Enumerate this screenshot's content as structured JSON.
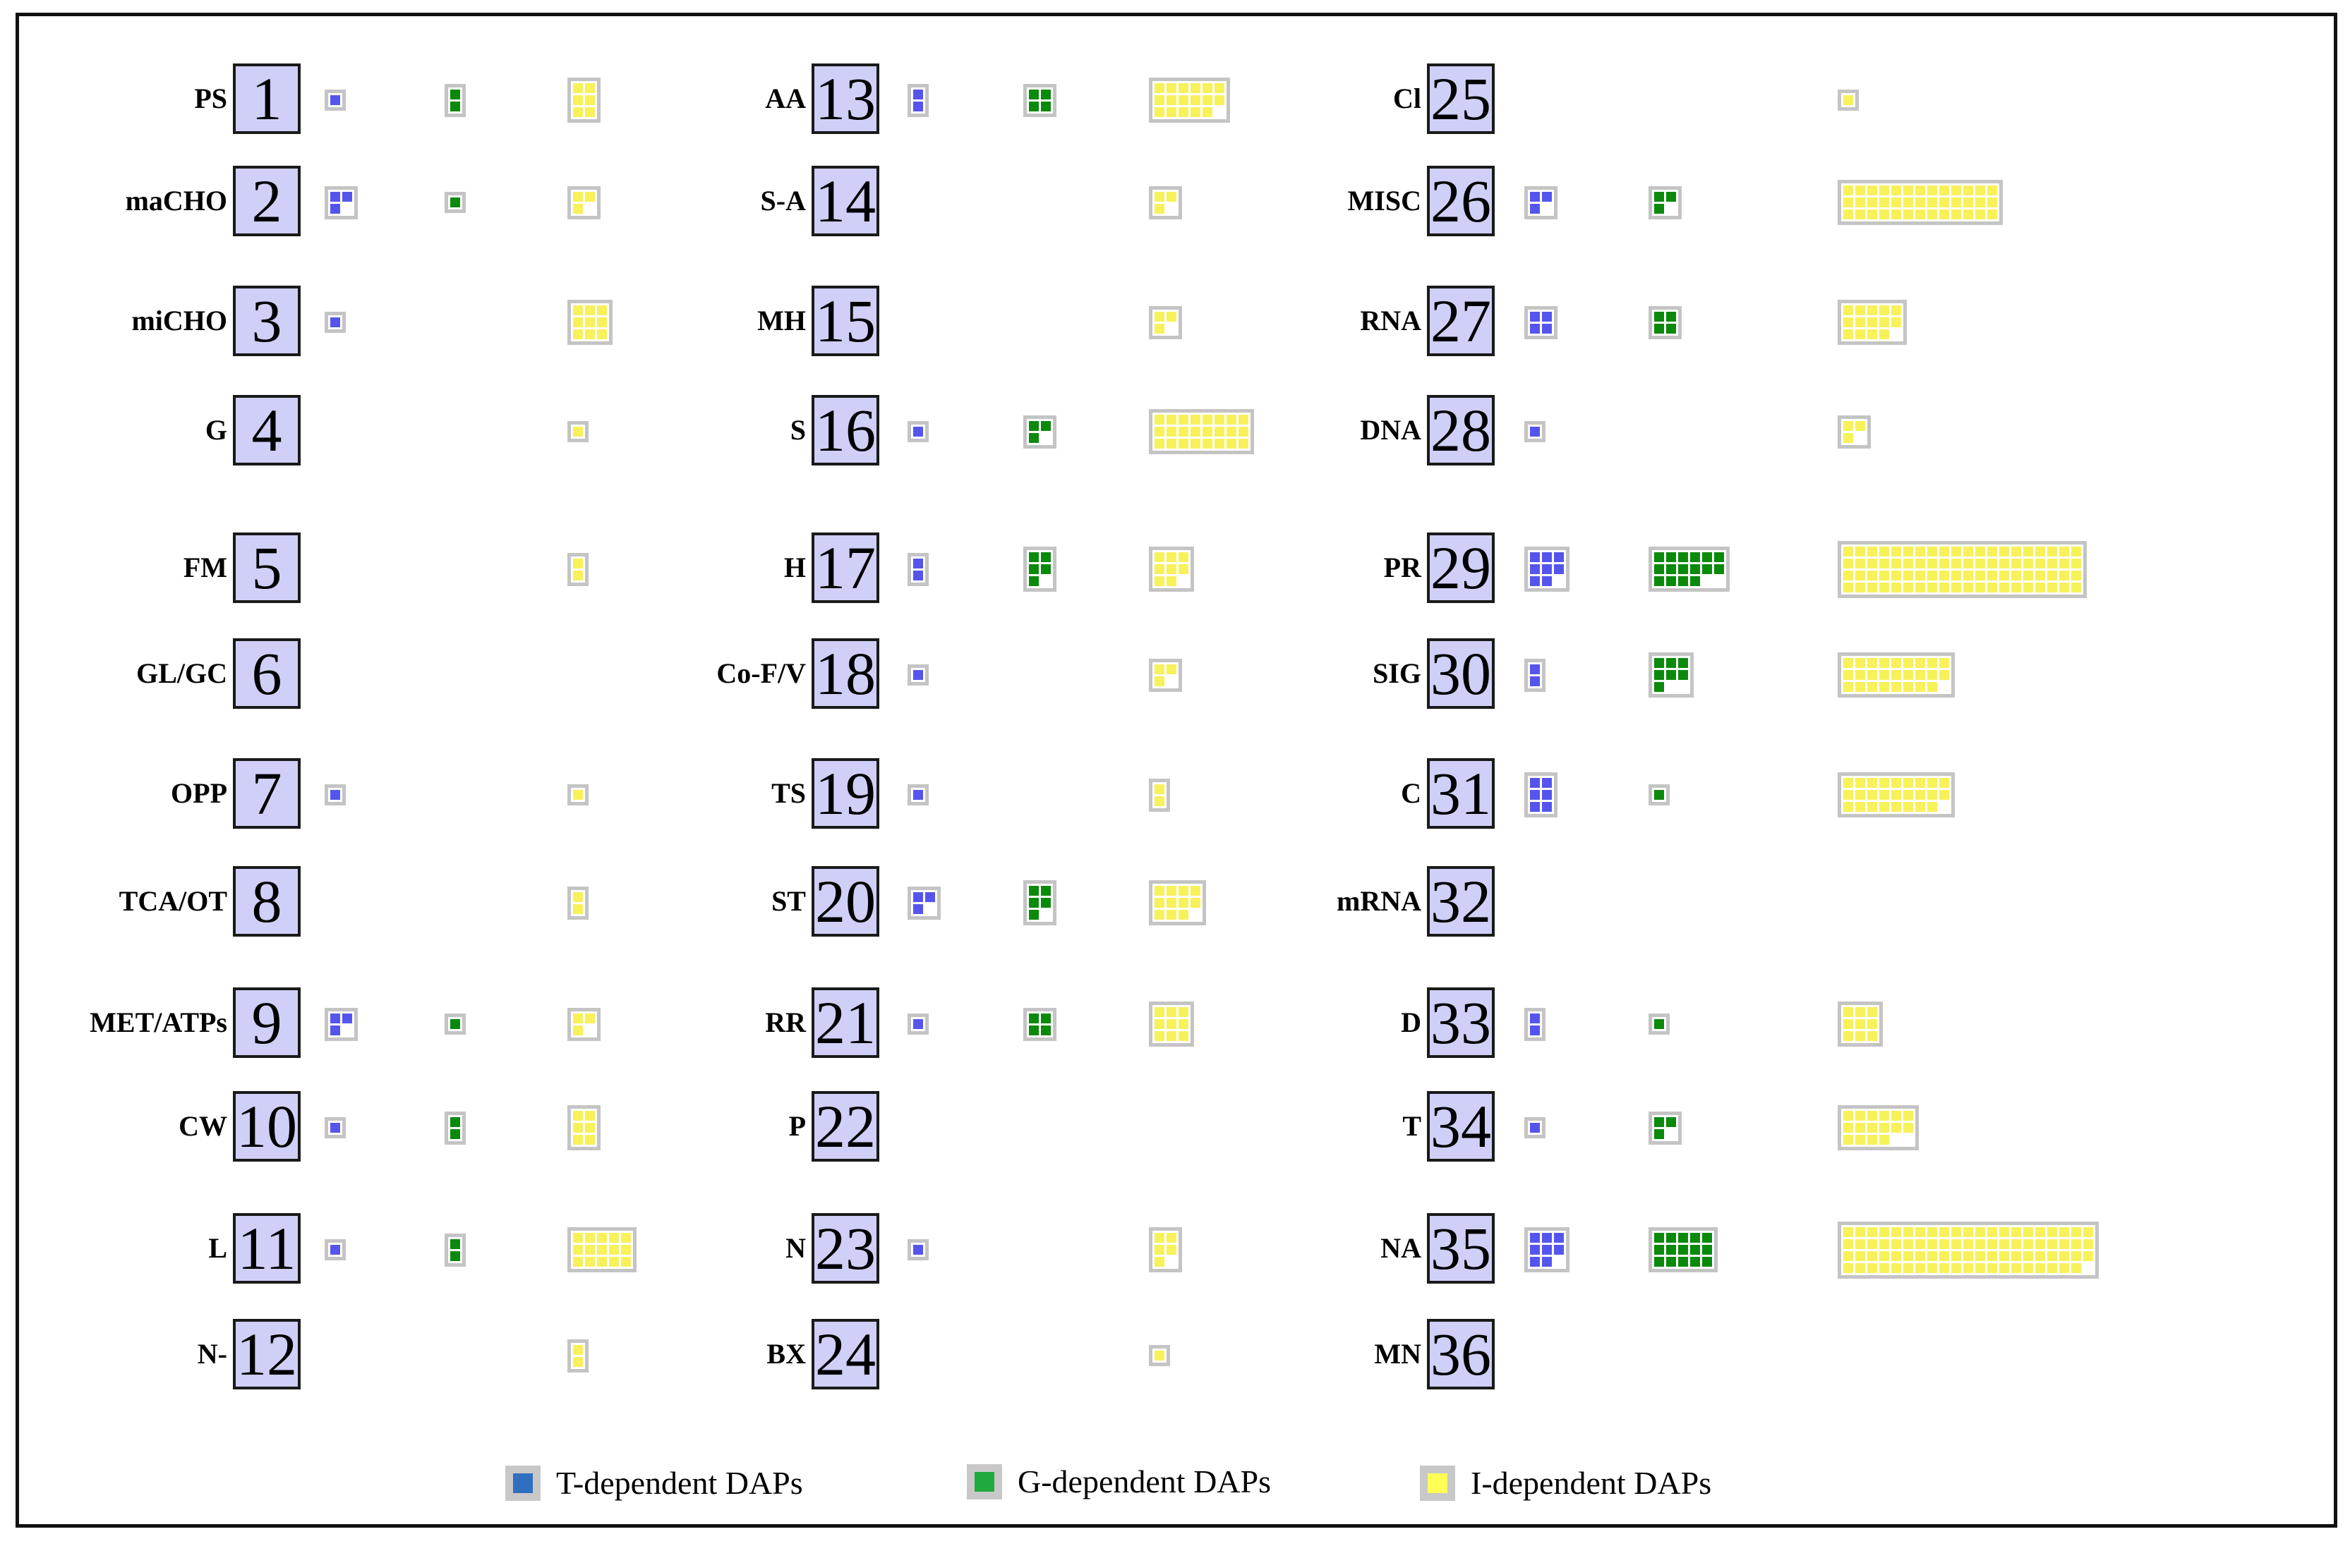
{
  "chart_data": {
    "type": "waffle",
    "series": [
      {
        "name": "T-dependent DAPs",
        "color": "#5555ee"
      },
      {
        "name": "G-dependent DAPs",
        "color": "#0a8a0a"
      },
      {
        "name": "I-dependent DAPs",
        "color": "#f7f15a"
      }
    ],
    "categories": [
      {
        "num": "1",
        "label": "PS",
        "values": [
          1,
          2,
          6
        ]
      },
      {
        "num": "2",
        "label": "maCHO",
        "values": [
          3,
          1,
          3
        ]
      },
      {
        "num": "3",
        "label": "miCHO",
        "values": [
          1,
          0,
          9
        ]
      },
      {
        "num": "4",
        "label": "G",
        "values": [
          0,
          0,
          1
        ]
      },
      {
        "num": "5",
        "label": "FM",
        "values": [
          0,
          0,
          2
        ]
      },
      {
        "num": "6",
        "label": "GL/GC",
        "values": [
          0,
          0,
          0
        ]
      },
      {
        "num": "7",
        "label": "OPP",
        "values": [
          1,
          0,
          1
        ]
      },
      {
        "num": "8",
        "label": "TCA/OT",
        "values": [
          0,
          0,
          2
        ]
      },
      {
        "num": "9",
        "label": "MET/ATPs",
        "values": [
          3,
          1,
          3
        ]
      },
      {
        "num": "10",
        "label": "CW",
        "values": [
          1,
          2,
          6
        ]
      },
      {
        "num": "11",
        "label": "L",
        "values": [
          1,
          2,
          15
        ]
      },
      {
        "num": "12",
        "label": "N-",
        "values": [
          0,
          0,
          2
        ]
      },
      {
        "num": "13",
        "label": "AA",
        "values": [
          2,
          4,
          17
        ]
      },
      {
        "num": "14",
        "label": "S-A",
        "values": [
          0,
          0,
          3
        ]
      },
      {
        "num": "15",
        "label": "MH",
        "values": [
          0,
          0,
          3
        ]
      },
      {
        "num": "16",
        "label": "S",
        "values": [
          1,
          3,
          24
        ]
      },
      {
        "num": "17",
        "label": "H",
        "values": [
          2,
          5,
          8
        ]
      },
      {
        "num": "18",
        "label": "Co-F/V",
        "values": [
          1,
          0,
          3
        ]
      },
      {
        "num": "19",
        "label": "TS",
        "values": [
          1,
          0,
          2
        ]
      },
      {
        "num": "20",
        "label": "ST",
        "values": [
          3,
          5,
          11
        ]
      },
      {
        "num": "21",
        "label": "RR",
        "values": [
          1,
          4,
          9
        ]
      },
      {
        "num": "22",
        "label": "P",
        "values": [
          0,
          0,
          0
        ]
      },
      {
        "num": "23",
        "label": "N",
        "values": [
          1,
          0,
          5
        ]
      },
      {
        "num": "24",
        "label": "BX",
        "values": [
          0,
          0,
          1
        ]
      },
      {
        "num": "25",
        "label": "Cl",
        "values": [
          0,
          0,
          1
        ]
      },
      {
        "num": "26",
        "label": "MISC",
        "values": [
          3,
          3,
          39
        ]
      },
      {
        "num": "27",
        "label": "RNA",
        "values": [
          4,
          4,
          14
        ]
      },
      {
        "num": "28",
        "label": "DNA",
        "values": [
          1,
          0,
          3
        ]
      },
      {
        "num": "29",
        "label": "PR",
        "values": [
          8,
          16,
          80
        ]
      },
      {
        "num": "30",
        "label": "SIG",
        "values": [
          2,
          7,
          26
        ]
      },
      {
        "num": "31",
        "label": "C",
        "values": [
          6,
          1,
          26
        ]
      },
      {
        "num": "32",
        "label": "mRNA",
        "values": [
          0,
          0,
          0
        ]
      },
      {
        "num": "33",
        "label": "D",
        "values": [
          2,
          1,
          9
        ]
      },
      {
        "num": "34",
        "label": "T",
        "values": [
          1,
          3,
          16
        ]
      },
      {
        "num": "35",
        "label": "NA",
        "values": [
          8,
          15,
          83
        ]
      },
      {
        "num": "36",
        "label": "MN",
        "values": [
          0,
          0,
          0
        ]
      }
    ]
  },
  "legend": [
    {
      "label": "T-dependent DAPs",
      "color": "#2f6fc0"
    },
    {
      "label": "G-dependent DAPs",
      "color": "#1faa3c"
    },
    {
      "label": "I-dependent DAPs",
      "color": "#ffff55"
    }
  ]
}
